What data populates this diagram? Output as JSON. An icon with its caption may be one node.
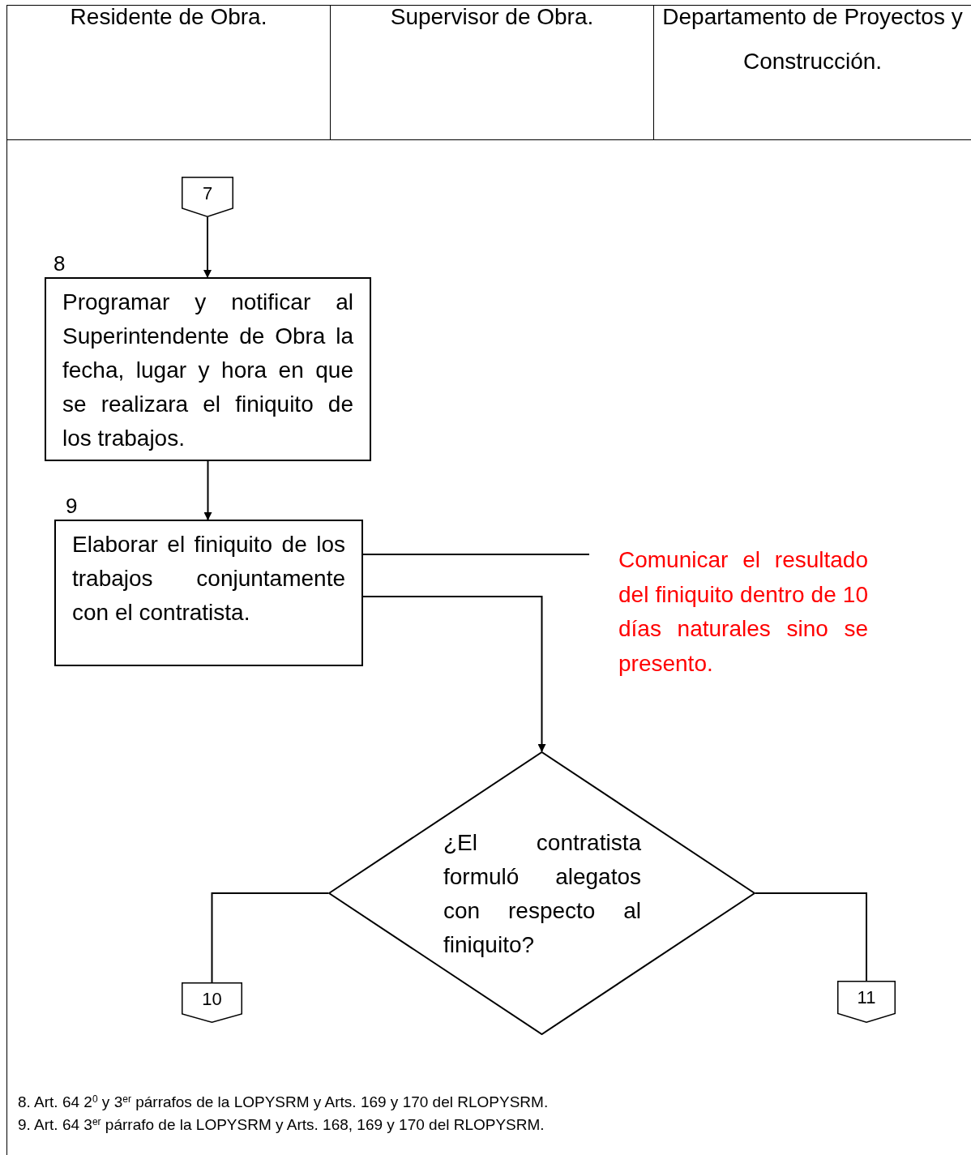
{
  "diagram": {
    "nodes": [
      {
        "text": [
          "Residente de Obra."
        ]
      },
      {
        "text": [
          "Supervisor de Obra."
        ]
      },
      {
        "text": [
          "Departamento de Proyectos y Construcción."
        ]
      },
      {
        "text": [
          "7"
        ]
      },
      {
        "text": [
          "Programar y notificar al Superintendente de Obra la fecha, lugar y hora en que se realizara el finiquito de los trabajos."
        ],
        "beside": [
          "8"
        ]
      },
      {
        "text": [
          "Elaborar el finiquito de los trabajos conjuntamente con el contratista."
        ],
        "beside": [
          "9"
        ]
      },
      {
        "text": [
          "Comunicar el resultado del finiquito dentro de 10 días naturales sino se presento."
        ]
      },
      {
        "text": [
          "¿El contratista formuló alegatos con respecto al finiquito?"
        ]
      },
      {
        "text": [
          "10"
        ]
      },
      {
        "text": [
          "11"
        ]
      }
    ],
    "edges": [
      {
        "from": 3,
        "to": 4,
        "arrow": "to"
      },
      {
        "from": 4,
        "to": 5,
        "arrow": "to"
      },
      {
        "from": 5,
        "to": 6,
        "arrow": "none"
      },
      {
        "from": 5,
        "to": 7,
        "arrow": "to"
      },
      {
        "from": 7,
        "to": 8,
        "arrow": "none"
      },
      {
        "from": 7,
        "to": 9,
        "arrow": "none"
      }
    ],
    "labels": [
      "8. Art. 64 2$^{0}$ y 3$^{er}$ párrafos de la LOPYSRM y Arts. 169 y 170 del RLOPYSRM.",
      "9. Art. 64 3$^{er}$ párrafo de la LOPYSRM y Arts. 168, 169 y 170 del RLOPYSRM."
    ]
  }
}
